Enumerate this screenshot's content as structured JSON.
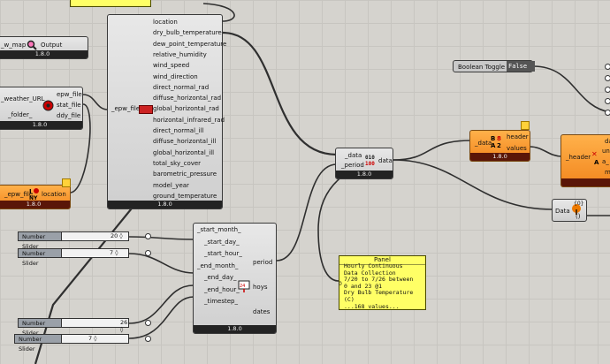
{
  "sticky_top": {
    "visible": true
  },
  "left_comp_a": {
    "param": "_w_map",
    "output": "Output",
    "version": "1.8.0"
  },
  "weather_comp": {
    "input_a": "_weather_URL",
    "input_b": "_folder_",
    "outputs": [
      "epw_file",
      "stat_file",
      "ddy_file"
    ],
    "version": "1.8.0"
  },
  "epw_import": {
    "input": "_epw_file",
    "outputs": [
      "location",
      "dry_bulb_temperature",
      "dew_point_temperature",
      "relative_humidity",
      "wind_speed",
      "wind_direction",
      "direct_normal_rad",
      "diffuse_horizontal_rad",
      "global_horizontal_rad",
      "horizontal_infrared_rad",
      "direct_normal_ill",
      "diffuse_horizontal_ill",
      "global_horizontal_ill",
      "total_sky_cover",
      "barometric_pressure",
      "model_year",
      "ground_temperature"
    ],
    "version": "1.8.0"
  },
  "location_comp": {
    "input": "_epw_file",
    "output": "location",
    "version": "1.8.0"
  },
  "apply_period": {
    "inputs": [
      "_data",
      "_period"
    ],
    "output": "data",
    "version": "1.8.0"
  },
  "analysis_period": {
    "inputs": [
      "_start_month_",
      "_start_day_",
      "_start_hour_",
      "_end_month_",
      "_end_day_",
      "_end_hour_",
      "_timestep_"
    ],
    "outputs": [
      "period",
      "hoys",
      "dates"
    ],
    "version": "1.8.0"
  },
  "sliders": [
    {
      "name": "Number Slider",
      "value": "20 ◊"
    },
    {
      "name": "Number Slider",
      "value": "7 ◊"
    },
    {
      "name": "Number Slider",
      "value": "26 ◊"
    },
    {
      "name": "Number Slider",
      "value": "7 ◊"
    }
  ],
  "panel": {
    "title": "Panel",
    "lines": [
      "Hourly Continuous",
      "Data Collection",
      "7/20 to 7/26 between",
      "0 and 23 @1",
      "Dry Bulb Temperature",
      "(C)",
      "...168 values..."
    ],
    "index": "0"
  },
  "boolean_toggle": {
    "name": "Boolean Toggle",
    "value": "False"
  },
  "deconstruct": {
    "input": "_data",
    "outputs": [
      "header",
      "values"
    ],
    "version": "1.8.0"
  },
  "header_comp": {
    "input": "_header",
    "outputs_partial": [
      "da",
      "un",
      "a_",
      "me"
    ]
  },
  "data_param": {
    "label": "Data",
    "index": "{0}",
    "value": "()"
  }
}
